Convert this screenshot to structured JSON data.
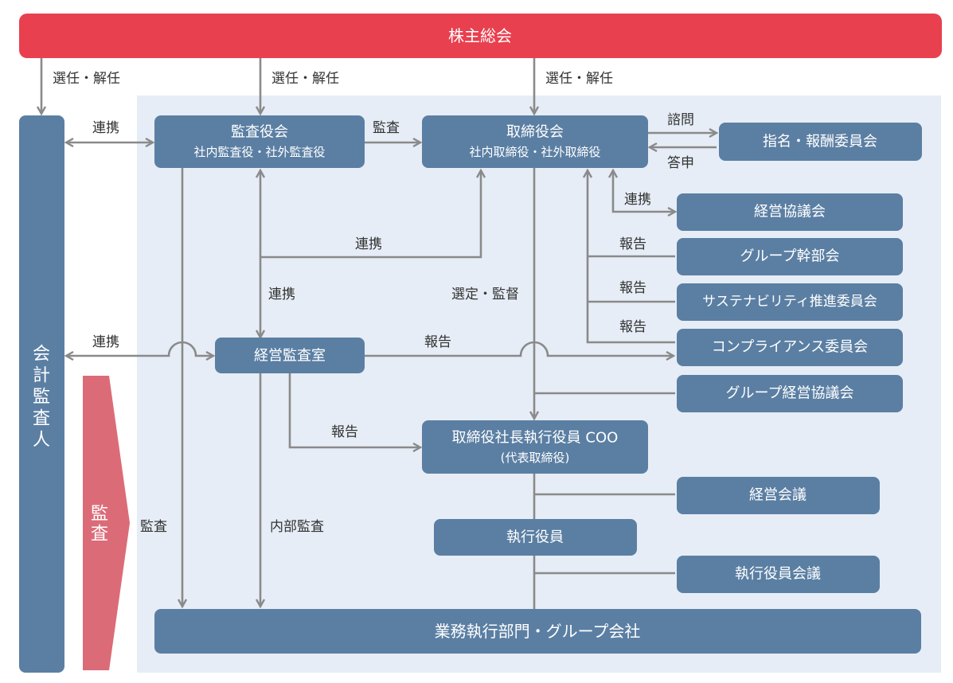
{
  "boxes": {
    "shareholders": "株主総会",
    "auditor": [
      "会",
      "計",
      "監",
      "査",
      "人"
    ],
    "audit_board": {
      "title": "監査役会",
      "sub": "社内監査役・社外監査役"
    },
    "board": {
      "title": "取締役会",
      "sub": "社内取締役・社外取締役"
    },
    "nomination": "指名・報酬委員会",
    "management_council": "経営協議会",
    "group_executives": "グループ幹部会",
    "sustainability": "サステナビリティ推進委員会",
    "compliance": "コンプライアンス委員会",
    "group_management_council": "グループ経営協議会",
    "internal_audit_office": "経営監査室",
    "president": {
      "title": "取締役社長執行役員 COO",
      "sub": "(代表取締役)"
    },
    "management_meeting": "経営会議",
    "executive_officers": "執行役員",
    "executive_meeting": "執行役員会議",
    "business_units": "業務執行部門・グループ会社"
  },
  "audit_arrow": [
    "監",
    "査"
  ],
  "labels": {
    "elect1": "選任・解任",
    "elect2": "選任・解任",
    "elect3": "選任・解任",
    "coop_auditor_top": "連携",
    "audit_to_board": "監査",
    "consult": "諮問",
    "answer": "答申",
    "coop_council": "連携",
    "report_group": "報告",
    "report_sustain": "報告",
    "report_compliance": "報告",
    "coop_mid": "連携",
    "coop_vertical": "連携",
    "select_supervise": "選定・監督",
    "coop_auditor_office": "連携",
    "report_office": "報告",
    "report_president": "報告",
    "audit_left": "監査",
    "internal_audit": "内部監査"
  },
  "colors": {
    "shareholders": "#e8404f",
    "box": "#5b7fa3",
    "panel": "#e6edf6",
    "line": "#8a8a8a",
    "audit_arrow": "#dc6b78"
  }
}
